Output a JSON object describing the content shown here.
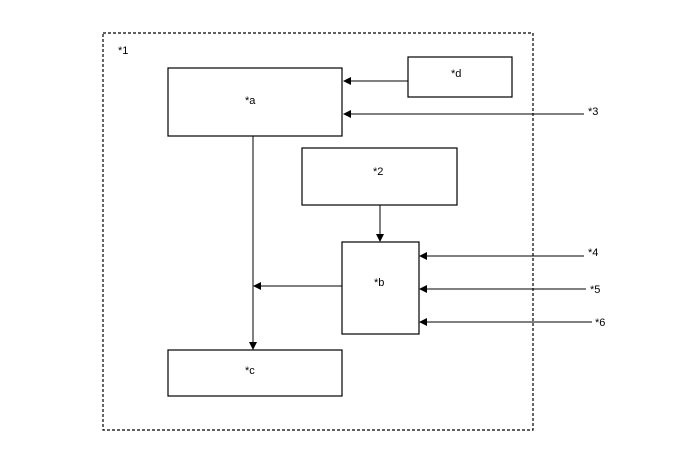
{
  "labels": {
    "outer": "*1",
    "a": "*a",
    "b": "*b",
    "c": "*c",
    "d": "*d",
    "n2": "*2",
    "n3": "*3",
    "n4": "*4",
    "n5": "*5",
    "n6": "*6"
  }
}
